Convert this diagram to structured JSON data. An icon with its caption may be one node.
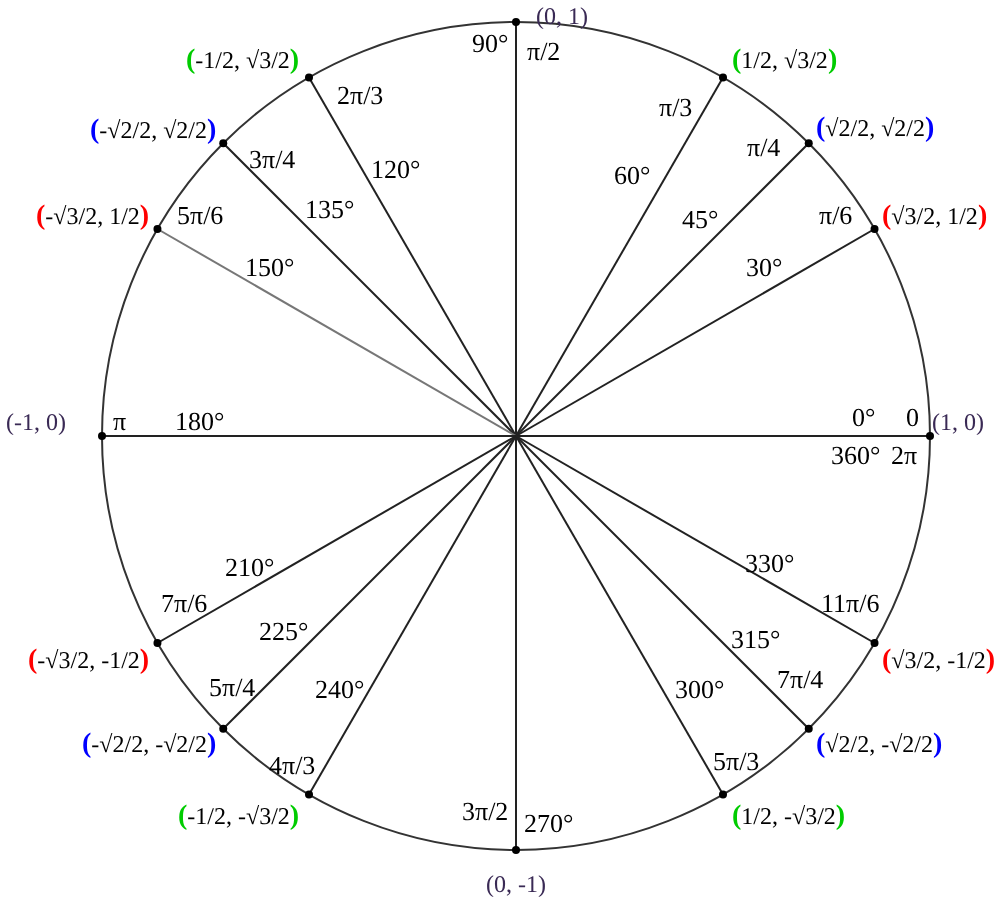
{
  "diagram": {
    "labels": [
      "(0, 1)",
      "90°",
      "π/2",
      "(-1/2, √3/2)",
      "2π/3",
      "(1/2, √3/2)",
      "π/3",
      "(-√2/2, √2/2)",
      "3π/4",
      "(√2/2, √2/2)",
      "π/4",
      "120°",
      "(-√3/2, 1/2)",
      "5π/6",
      "135°",
      "60°",
      "45°",
      "π/6",
      "(√3/2, 1/2)",
      "150°",
      "30°",
      "(-1, 0)",
      "π",
      "180°",
      "0°",
      "0",
      "(1, 0)",
      "360°",
      "2π",
      "210°",
      "7π/6",
      "330°",
      "11π/6",
      "225°",
      "(-√3/2, -1/2)",
      "(√3/2, -1/2)",
      "315°",
      "5π/4",
      "240°",
      "300°",
      "7π/4",
      "(-√2/2, -√2/2)",
      "(√2/2, -√2/2)",
      "4π/3",
      "5π/3",
      "(-1/2, -√3/2)",
      "3π/2",
      "270°",
      "(1/2, -√3/2)",
      "(0, -1)"
    ]
  }
}
